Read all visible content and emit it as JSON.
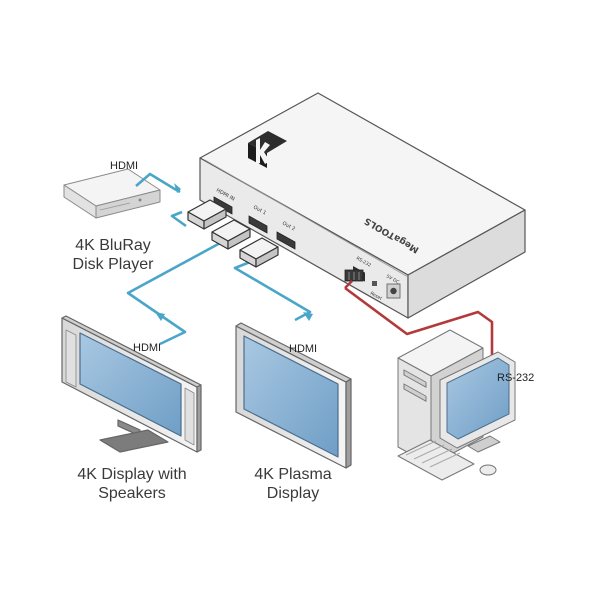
{
  "labels": {
    "hdmi_source_cable": "HDMI",
    "hdmi_display1_cable": "HDMI",
    "hdmi_display2_cable": "HDMI",
    "rs232_cable": "RS-232",
    "bluray_player": "4K BluRay\nDisk Player",
    "display_speakers": "4K Display with\nSpeakers",
    "plasma_display": "4K Plasma\nDisplay"
  },
  "device": {
    "port_hdmi_in": "HDMI IN",
    "port_out1": "Out 1",
    "port_out2": "Out 2",
    "port_rs232": "RS-232",
    "port_reset": "Reset",
    "port_power": "5V DC",
    "brand_text": "MegaTOOLS"
  },
  "colors": {
    "hdmi_cable": "#4aa6c9",
    "rs232_cable": "#b33a3a",
    "device_body": "#f2f2f2",
    "device_outline": "#555555",
    "screen": "#8fb6d6"
  },
  "icons": [
    "kramer-logo-icon",
    "hdmi-connector-icon",
    "terminal-block-icon",
    "power-jack-icon"
  ]
}
